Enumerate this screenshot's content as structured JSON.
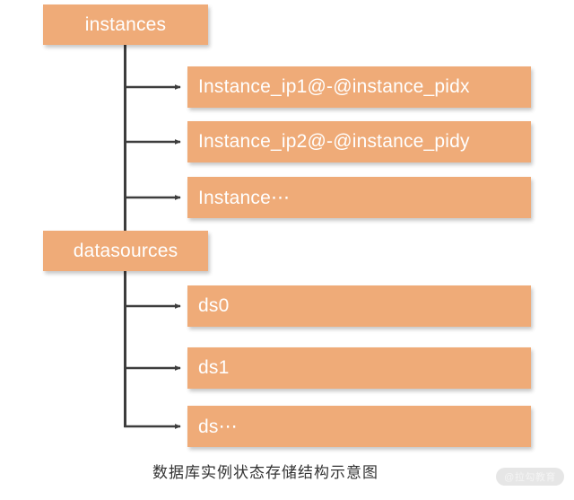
{
  "diagram": {
    "title_caption": "数据库实例状态存储结构示意图",
    "watermark": "@拉勾教育",
    "colors": {
      "node_fill": "#efab78",
      "node_text": "#ffffff",
      "connector": "#3d3d3d",
      "caption_text": "#333333",
      "watermark_pill": "#e6e6e6"
    },
    "groups": [
      {
        "id": "instances",
        "root_label": "instances",
        "children": [
          {
            "label": "Instance_ip1@-@instance_pidx"
          },
          {
            "label": "Instance_ip2@-@instance_pidy"
          },
          {
            "label": "Instance⋯"
          }
        ]
      },
      {
        "id": "datasources",
        "root_label": "datasources",
        "children": [
          {
            "label": "ds0"
          },
          {
            "label": "ds1"
          },
          {
            "label": "ds⋯"
          }
        ]
      }
    ]
  }
}
